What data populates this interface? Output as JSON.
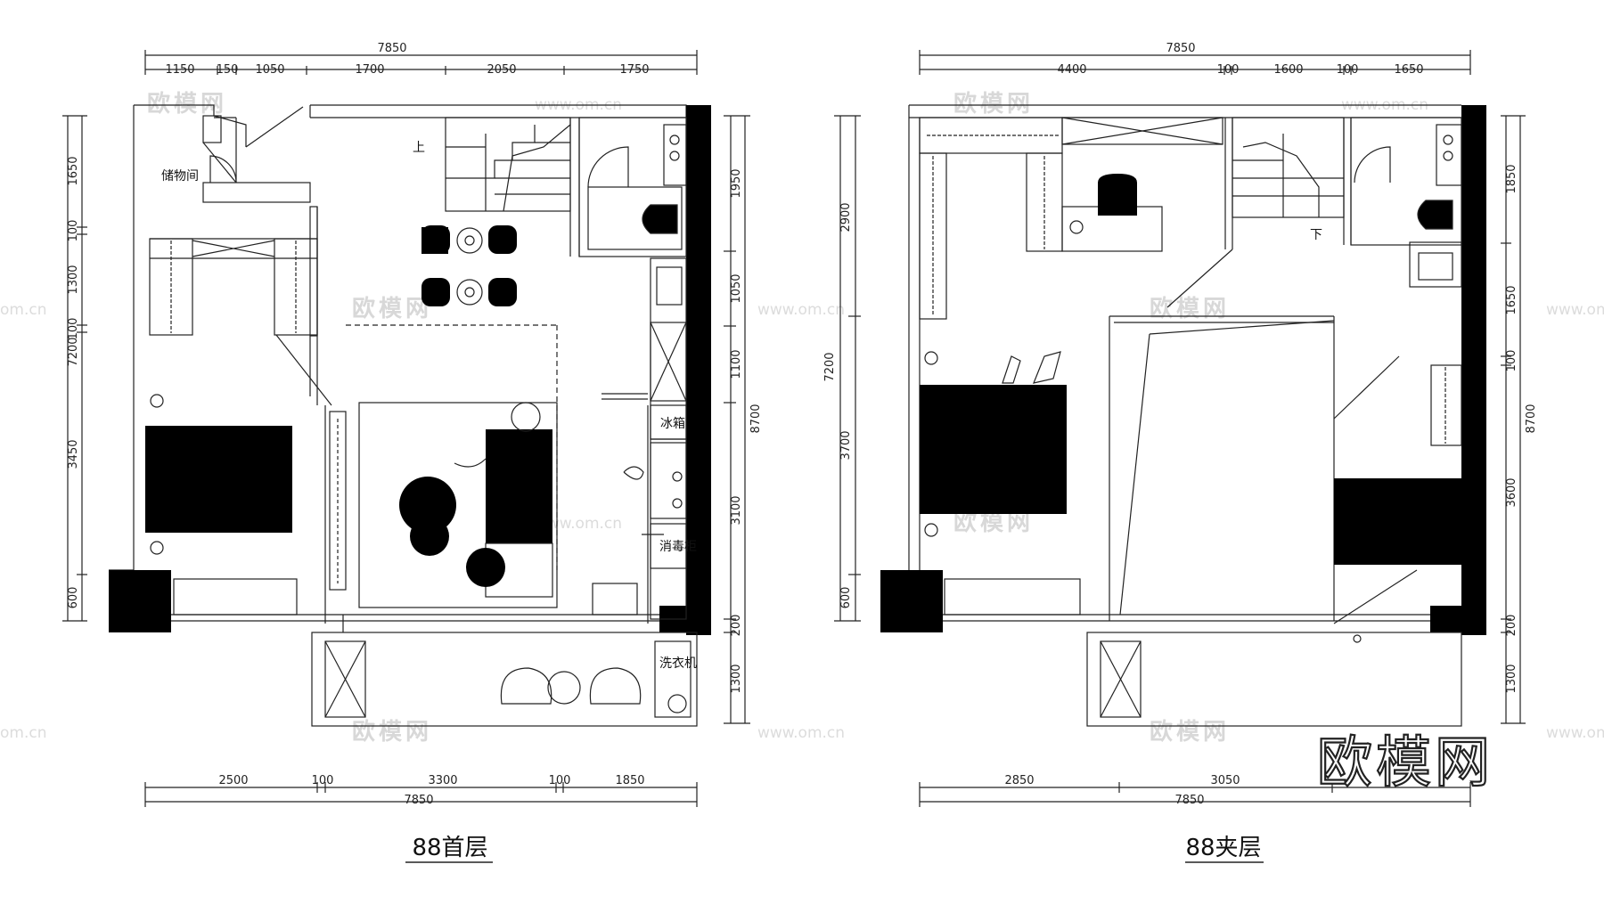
{
  "plans": {
    "ground": {
      "title": "88首层",
      "top_total": "7850",
      "top_segments": [
        "1150",
        "150",
        "1050",
        "1700",
        "2050",
        "1750"
      ],
      "bottom_total": "7850",
      "bottom_segments": [
        "2500",
        "100",
        "3300",
        "100",
        "1850"
      ],
      "left_total": "7200",
      "left_segments": [
        "1650",
        "100",
        "1300",
        "100",
        "3450",
        "600"
      ],
      "right_total": "8700",
      "right_segments": [
        "1950",
        "1050",
        "1100",
        "3100",
        "200",
        "1300"
      ],
      "labels": {
        "storage": "储物间",
        "up": "上",
        "fridge": "冰箱",
        "cabinet": "消毒柜",
        "washer": "洗衣机"
      }
    },
    "mezzanine": {
      "title": "88夹层",
      "top_total": "7850",
      "top_segments": [
        "4400",
        "100",
        "1600",
        "100",
        "1650"
      ],
      "bottom_total": "7850",
      "bottom_segments": [
        "2850",
        "3050"
      ],
      "left_total": "7200",
      "left_segments": [
        "2900",
        "3700",
        "600"
      ],
      "right_total": "8700",
      "right_segments": [
        "1850",
        "1650",
        "100",
        "3600",
        "200",
        "1300"
      ],
      "labels": {
        "down": "下"
      }
    }
  },
  "watermarks": {
    "logo": "欧模网",
    "url": "www.om.cn",
    "url_short": "om.cn"
  },
  "brand": "欧模网",
  "colors": {
    "line": "#222222",
    "fill": "#000000",
    "watermark": "#d8d8d8"
  }
}
